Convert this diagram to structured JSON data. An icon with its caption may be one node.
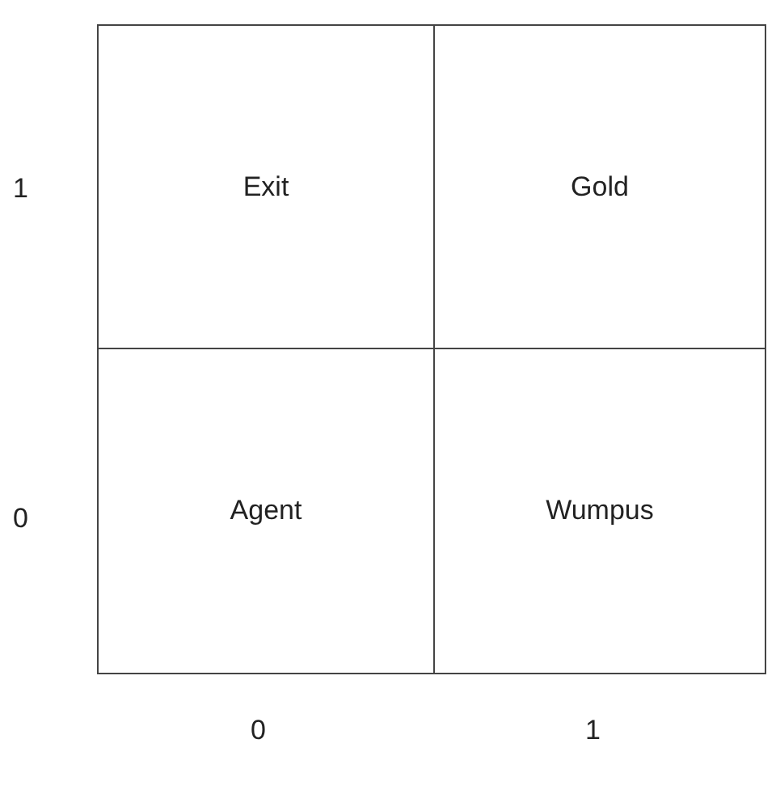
{
  "diagram": {
    "nodes": [
      {
        "text": [
          "Exit"
        ]
      },
      {
        "text": [
          "Gold"
        ]
      },
      {
        "text": [
          "Agent"
        ]
      },
      {
        "text": [
          "Wumpus"
        ]
      }
    ],
    "labels": [
      "1",
      "0",
      "0",
      "1"
    ]
  }
}
